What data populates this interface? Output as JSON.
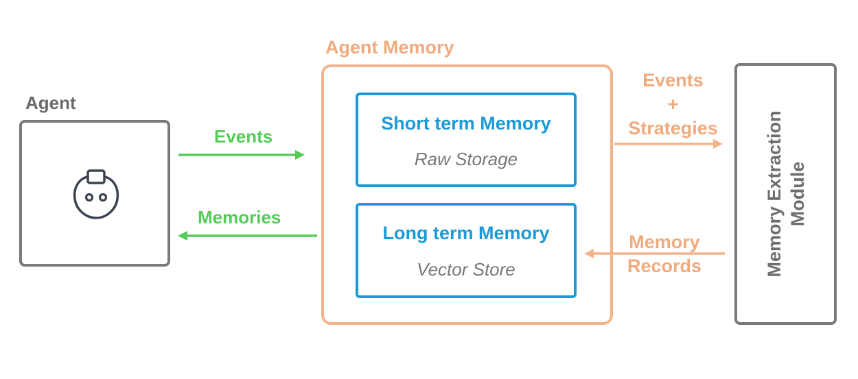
{
  "agent": {
    "title": "Agent",
    "icon": "robot-head-icon"
  },
  "agent_memory": {
    "title": "Agent Memory",
    "short_term": {
      "title": "Short term Memory",
      "subtitle": "Raw Storage"
    },
    "long_term": {
      "title": "Long term Memory",
      "subtitle": "Vector Store"
    }
  },
  "arrows": {
    "events_to_memory": "Events",
    "memories_to_agent": "Memories",
    "to_extraction": [
      "Events",
      "+",
      "Strategies"
    ],
    "from_extraction": [
      "Memory",
      "Records"
    ]
  },
  "extraction_module": {
    "lines": [
      "Memory Extraction",
      "Module"
    ]
  },
  "colors": {
    "green": "#55cc58",
    "orange": "#f2b48c",
    "blue": "#1a9ad6",
    "gray": "#7a7a7a"
  }
}
